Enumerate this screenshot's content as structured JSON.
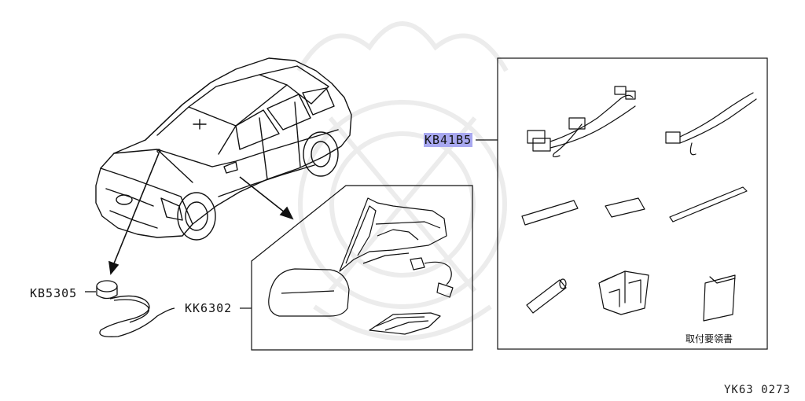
{
  "parts": {
    "harness_kit": {
      "code": "KB41B5"
    },
    "sensor": {
      "code": "KB5305"
    },
    "mirror": {
      "code": "KK6302"
    }
  },
  "manual_label": "取付要領書",
  "reference_code": "YK63  0273",
  "colors": {
    "highlight": "#a8a8f0",
    "line": "#111111",
    "watermark": "#ececec"
  }
}
